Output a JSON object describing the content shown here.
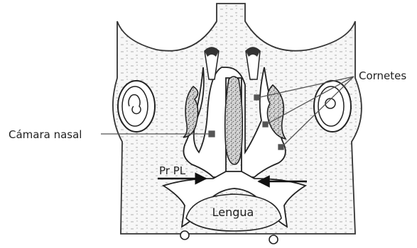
{
  "figure": {
    "labels": {
      "cornetes": "Cornetes",
      "camara_nasal": "Cámara nasal",
      "pr_pl": "Pr PL",
      "lengua": "Lengua"
    }
  }
}
